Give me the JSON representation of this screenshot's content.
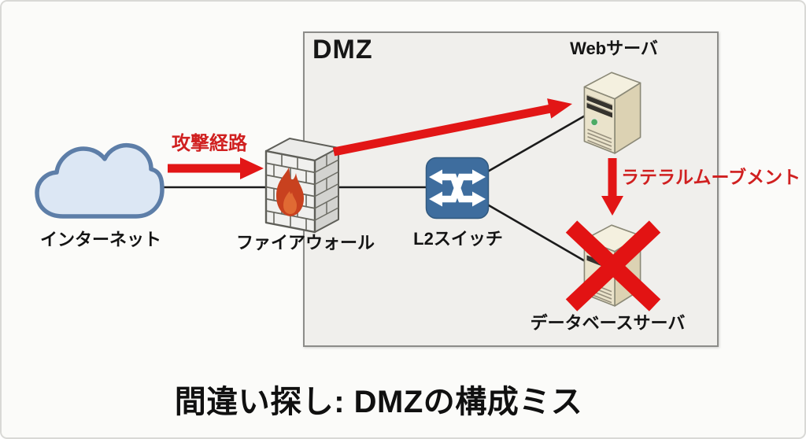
{
  "title": "間違い探し: DMZの構成ミス",
  "zones": {
    "dmz": {
      "label": "DMZ"
    }
  },
  "nodes": {
    "internet": {
      "label": "インターネット",
      "type": "cloud"
    },
    "firewall": {
      "label": "ファイアウォール",
      "type": "firewall"
    },
    "l2switch": {
      "label": "L2スイッチ",
      "type": "switch"
    },
    "web_server": {
      "label": "Webサーバ",
      "type": "server"
    },
    "db_server": {
      "label": "データベースサーバ",
      "type": "server",
      "blocked_marker": "red-x"
    }
  },
  "edges": [
    {
      "from": "internet",
      "to": "firewall"
    },
    {
      "from": "firewall",
      "to": "l2switch"
    },
    {
      "from": "l2switch",
      "to": "web_server"
    },
    {
      "from": "l2switch",
      "to": "db_server"
    }
  ],
  "annotations": {
    "attack_path": {
      "label": "攻撃経路",
      "style": "red-arrow-right"
    },
    "intrusion_arrow": {
      "label": "",
      "style": "red-arrow-diagonal-to-web-server"
    },
    "lateral_movement": {
      "label": "ラテラルムーブメント",
      "style": "red-arrow-down"
    }
  },
  "colors": {
    "background": "#fbfbf9",
    "canvas_border": "#d9d9d6",
    "dmz_fill": "#f0efec",
    "dmz_border": "#8c8c89",
    "arrow_red": "#e21616",
    "annotation_text_red": "#d02020",
    "edge_black": "#1b1b1b",
    "switch_blue": "#3e6d9e",
    "cloud_fill": "#dce7f4",
    "cloud_stroke": "#5d7ea8",
    "server_beige": "#eae3cb",
    "flame_orange": "#c8411f",
    "text_black": "#141414"
  }
}
